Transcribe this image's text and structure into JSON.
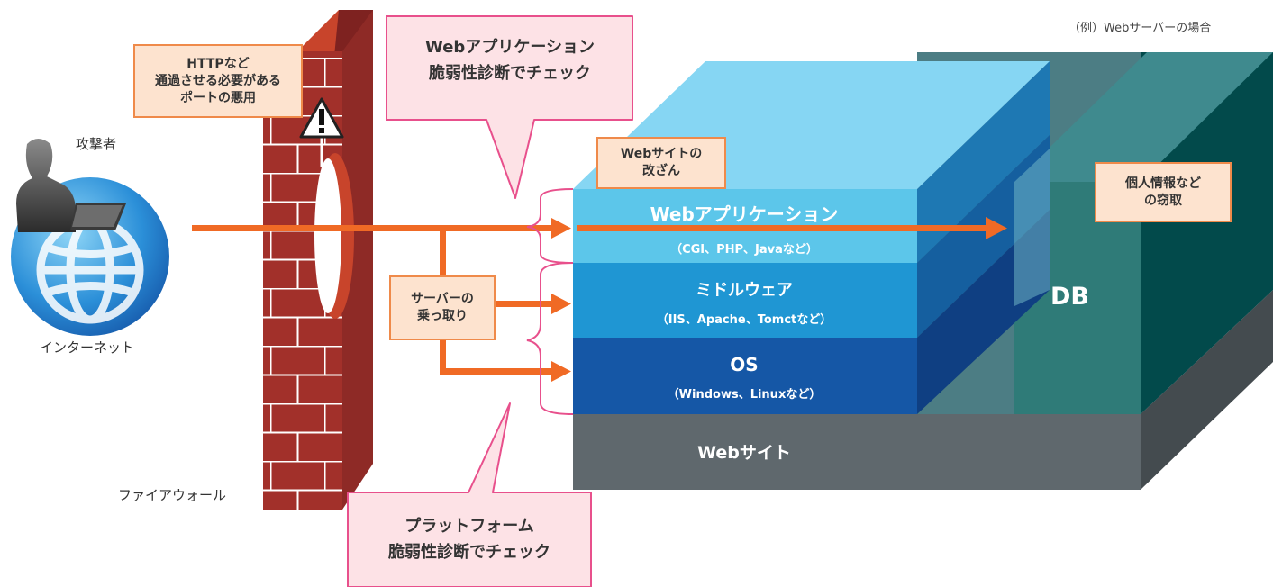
{
  "note": "（例）Webサーバーの場合",
  "attacker": {
    "label": "攻撃者",
    "globe_label": "インターネット"
  },
  "firewall": {
    "label": "ファイアウォール"
  },
  "callouts": {
    "port_abuse": [
      "HTTPなど",
      "通過させる必要がある",
      "ポートの悪用"
    ],
    "web_app_check": [
      "Webアプリケーション",
      "脆弱性診断でチェック"
    ],
    "platform_check": [
      "プラットフォーム",
      "脆弱性診断でチェック"
    ],
    "tamper": [
      "Webサイトの",
      "改ざん"
    ],
    "takeover": [
      "サーバーの",
      "乗っ取り"
    ],
    "theft": [
      "個人情報など",
      "の窃取"
    ]
  },
  "layers": {
    "webapp": {
      "title": "Webアプリケーション",
      "sub": "（CGI、PHP、Javaなど）"
    },
    "middleware": {
      "title": "ミドルウェア",
      "sub": "（IIS、Apache、Tomctなど）"
    },
    "os": {
      "title": "OS",
      "sub": "（Windows、Linuxなど）"
    },
    "website": {
      "title": "Webサイト"
    },
    "db": {
      "title": "DB"
    }
  },
  "colors": {
    "arrow": "#f06a25",
    "brick": "#a2302a",
    "callout_pink_bg": "#fde2e6",
    "callout_pink_border": "#e8508c",
    "orange_box_bg": "#fde3cf",
    "orange_box_border": "#ef8a4a"
  }
}
